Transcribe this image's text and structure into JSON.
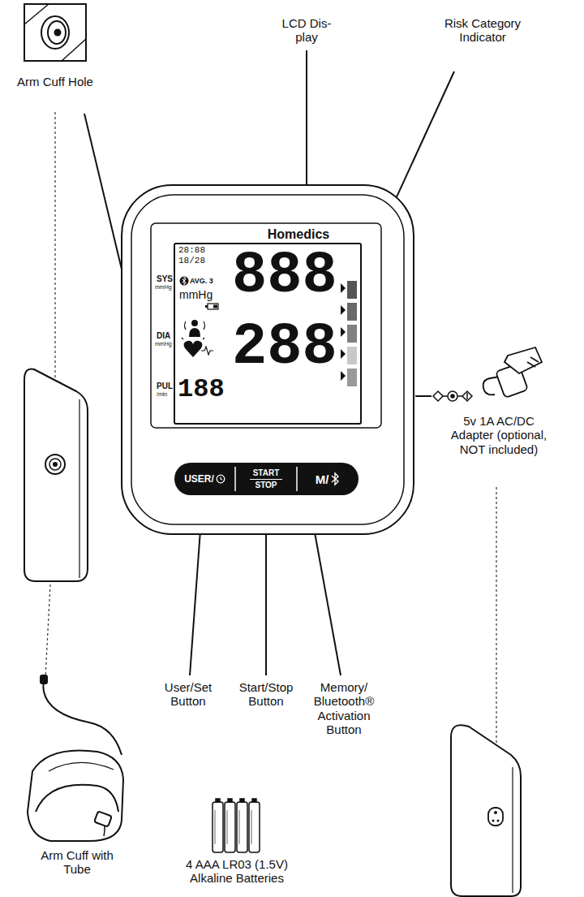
{
  "diagram": {
    "nodes": [
      {
        "text": [
          "USER/"
        ]
      },
      {
        "text": [
          "START STOP"
        ]
      },
      {
        "text": [
          "M/"
        ]
      }
    ],
    "labels": [
      "LCD Dis- play",
      "Risk Category Indicator",
      "Arm Cuff Hole",
      "Homedics",
      "28:88",
      "18/28",
      "SYS",
      "mmHg",
      "AVG. 3",
      "mmHg",
      "DIA",
      "mmHg",
      "PUL",
      "/min",
      "888",
      "288",
      "188",
      "5v 1A AC/DC Adapter (optional, NOT included)",
      "User/Set Button",
      "Start/Stop Button",
      "Memory/ Bluetooth® Activation Button",
      "Arm Cuff with Tube",
      "4 AAA LR03 (1.5V) Alkaline Batteries"
    ]
  }
}
